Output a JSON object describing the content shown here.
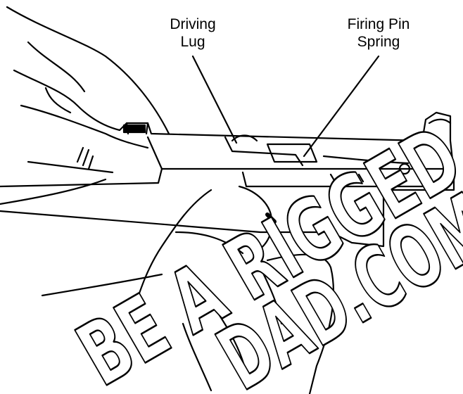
{
  "labels": {
    "driving_lug": [
      "Driving",
      "Lug"
    ],
    "firing_pin_spring": [
      "Firing Pin",
      "Spring"
    ]
  },
  "watermark": {
    "line1": "BE A RIGGED",
    "line2": "DAD.COM"
  },
  "colors": {
    "ink": "#000000",
    "paper": "#ffffff",
    "watermark_outline": "#000000"
  }
}
